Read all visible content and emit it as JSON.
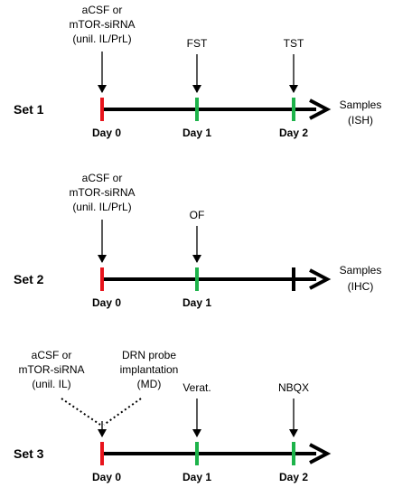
{
  "colors": {
    "line": "#000000",
    "day0_marker": "#e8141c",
    "day_marker": "#1db34a"
  },
  "sets": [
    {
      "label": "Set 1",
      "treatment_lines": [
        "aCSF or",
        "mTOR-siRNA",
        "(unil. IL/PrL)"
      ],
      "events": [
        {
          "key": "fst",
          "label": "FST"
        },
        {
          "key": "tst",
          "label": "TST"
        }
      ],
      "days": [
        "Day 0",
        "Day 1",
        "Day 2"
      ],
      "samples_lines": [
        "Samples",
        "(ISH)"
      ]
    },
    {
      "label": "Set 2",
      "treatment_lines": [
        "aCSF or",
        "mTOR-siRNA",
        "(unil. IL/PrL)"
      ],
      "events": [
        {
          "key": "of",
          "label": "OF"
        }
      ],
      "days": [
        "Day 0",
        "Day 1"
      ],
      "samples_lines": [
        "Samples",
        "(IHC)"
      ]
    },
    {
      "label": "Set 3",
      "treatment_lines": [
        "aCSF or",
        "mTOR-siRNA",
        "(unil. IL)"
      ],
      "extra_treatment_lines": [
        "DRN probe",
        "implantation",
        "(MD)"
      ],
      "events": [
        {
          "key": "verat",
          "label": "Verat."
        },
        {
          "key": "nbqx",
          "label": "NBQX"
        }
      ],
      "days": [
        "Day 0",
        "Day 1",
        "Day 2"
      ]
    }
  ]
}
